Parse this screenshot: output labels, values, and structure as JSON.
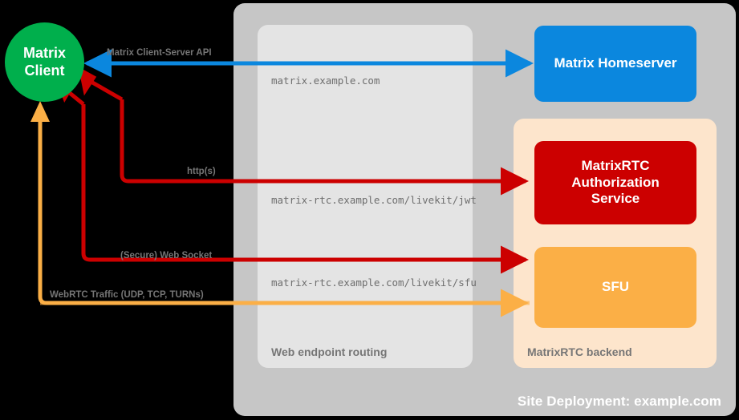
{
  "diagram": {
    "title": "MatrixRTC site deployment",
    "colors": {
      "background": "#000000",
      "site_container": "#C6C6C6",
      "web_routing_panel": "#E4E4E4",
      "rtc_backend_panel": "#FDE5CC",
      "matrix_client": "#00AF4C",
      "homeserver": "#0B87DE",
      "auth_service": "#CC0000",
      "sfu": "#FBAF46",
      "label_gray": "#757575",
      "blue_link": "#0B87DE",
      "red_link": "#CC0000",
      "orange_link": "#FBAF46"
    }
  },
  "containers": {
    "site_deployment": {
      "label": "Site Deployment: example.com"
    },
    "web_routing": {
      "label": "Web endpoint routing",
      "endpoints": [
        "matrix.example.com",
        "matrix-rtc.example.com/livekit/jwt",
        "matrix-rtc.example.com/livekit/sfu"
      ]
    },
    "rtc_backend": {
      "label": "MatrixRTC backend"
    }
  },
  "nodes": {
    "matrix_client": {
      "line1": "Matrix",
      "line2": "Client"
    },
    "homeserver": {
      "label": "Matrix Homeserver"
    },
    "auth_service": {
      "line1": "MatrixRTC",
      "line2": "Authorization",
      "line3": "Service"
    },
    "sfu": {
      "label": "SFU"
    }
  },
  "connections": [
    {
      "id": "client-server-api",
      "label": "Matrix Client-Server API",
      "color": "#0B87DE",
      "direction": "bidirectional",
      "from": "matrix_client",
      "to": "homeserver",
      "endpoint": "matrix.example.com"
    },
    {
      "id": "https-jwt",
      "label": "http(s)",
      "color": "#CC0000",
      "direction": "bidirectional",
      "from": "matrix_client",
      "to": "auth_service",
      "endpoint": "matrix-rtc.example.com/livekit/jwt"
    },
    {
      "id": "secure-websocket",
      "label": "(Secure) Web Socket",
      "color": "#CC0000",
      "direction": "bidirectional",
      "from": "matrix_client",
      "to": "sfu",
      "endpoint": "matrix-rtc.example.com/livekit/sfu"
    },
    {
      "id": "webrtc-traffic",
      "label": "WebRTC Traffic (UDP, TCP, TURNs)",
      "color": "#FBAF46",
      "direction": "bidirectional",
      "from": "matrix_client",
      "to": "sfu",
      "endpoint": ""
    }
  ]
}
